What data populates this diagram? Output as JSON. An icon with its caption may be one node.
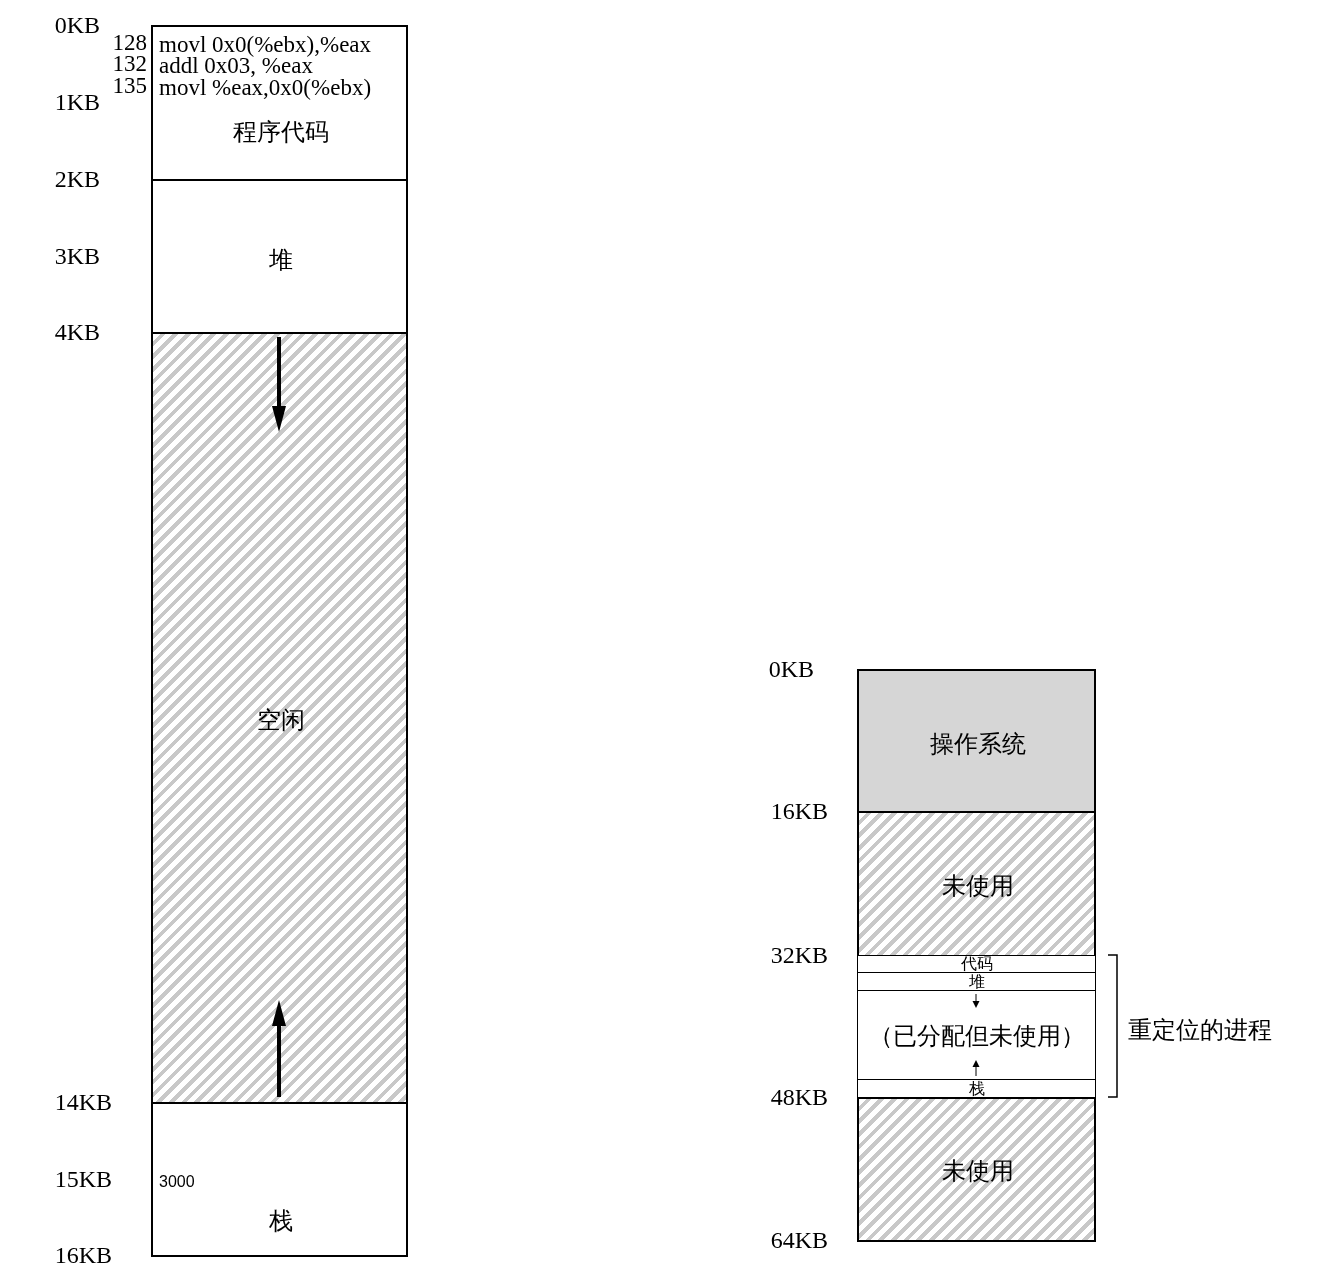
{
  "diagram": {
    "nodes": [
      {
        "text": [
          "movl 0x0(%ebx),%eax",
          "addl 0x03, %eax",
          "movl %eax,0x0(%ebx)",
          "程序代码"
        ],
        "beside": [
          "128",
          "132",
          "135"
        ]
      },
      {
        "text": [
          "堆"
        ]
      },
      {
        "text": [
          "空闲"
        ]
      },
      {
        "text": [
          "3000",
          "栈"
        ]
      },
      {
        "text": [
          "操作系统"
        ]
      },
      {
        "text": [
          "未使用"
        ]
      },
      {
        "text": [
          "代码"
        ]
      },
      {
        "text": [
          "堆"
        ]
      },
      {
        "text": [
          "（已分配但未使用）"
        ]
      },
      {
        "text": [
          "栈"
        ]
      },
      {
        "text": [
          "未使用"
        ]
      }
    ],
    "edges": [],
    "labels": [
      "0KB",
      "1KB",
      "2KB",
      "3KB",
      "4KB",
      "14KB",
      "15KB",
      "16KB",
      "0KB",
      "16KB",
      "32KB",
      "48KB",
      "64KB",
      "重定位的进程"
    ]
  }
}
